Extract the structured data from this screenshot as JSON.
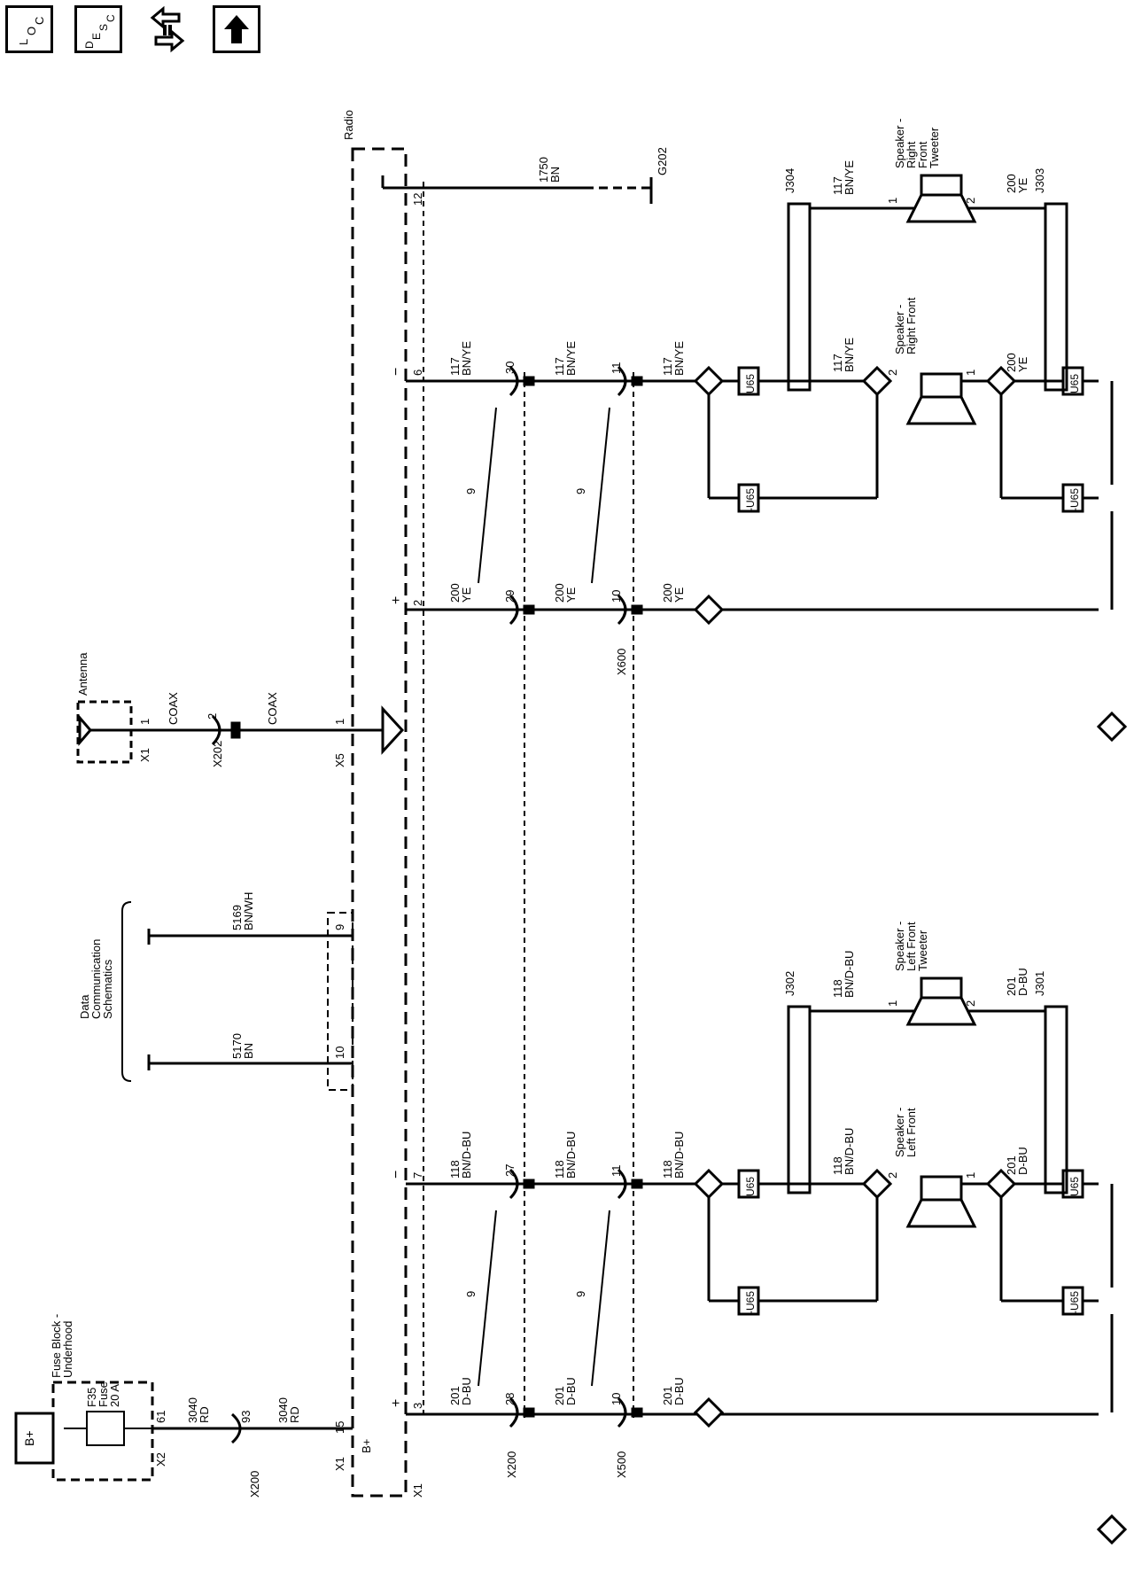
{
  "nav": {
    "loc": "LOC",
    "desc": "DESC",
    "home": "home",
    "up": "up"
  },
  "labels": {
    "fuse_block": [
      "Fuse Block -",
      "Underhood"
    ],
    "fuse": [
      "F35",
      "Fuse",
      "20 A"
    ],
    "b_plus": "B+",
    "x2": "X2",
    "pin61": "61",
    "wire3040_a": [
      "3040",
      "RD"
    ],
    "x200": "X200",
    "pin93": "93",
    "wire3040_b": [
      "3040",
      "RD"
    ],
    "x1_fuse": "X1",
    "pin15": "15",
    "radio_bplus": "B+",
    "data_comm": [
      "Data",
      "Communication",
      "Schematics"
    ],
    "wire5170": [
      "5170",
      "BN"
    ],
    "pin10": "10",
    "wire5169": [
      "5169",
      "BN/WH"
    ],
    "pin9": "9",
    "antenna": "Antenna",
    "x1_ant": "X1",
    "pin1_ant": "1",
    "coax1": "COAX",
    "x202": "X202",
    "pin2_x202": "2",
    "coax2": "COAX",
    "x5": "X5",
    "pin1_x5": "1",
    "radio": "Radio",
    "pin12": "12",
    "wire1750": [
      "1750",
      "BN"
    ],
    "g202": "G202",
    "x1_radio": "X1",
    "lf": {
      "pin3": "3",
      "pin7": "7",
      "w201a": [
        "201",
        "D-BU"
      ],
      "w118a": [
        "118",
        "BN/D-BU"
      ],
      "x200": "X200",
      "pin28": "28",
      "pin27": "27",
      "w201b": [
        "201",
        "D-BU"
      ],
      "w118b": [
        "118",
        "BN/D-BU"
      ],
      "twist1": "9",
      "twist2": "9",
      "x500": "X500",
      "pin10": "10",
      "pin11": "11",
      "w201c": [
        "201",
        "D-BU"
      ],
      "w118c": [
        "118",
        "BN/D-BU"
      ],
      "u65a": "U65",
      "nu65a": "-U65",
      "u65b": "U65",
      "nu65b": "-U65",
      "w118d": [
        "118",
        "BN/D-BU"
      ],
      "w201d": [
        "201",
        "D-BU"
      ],
      "spk": [
        "Speaker -",
        "Left Front"
      ],
      "spk_p2": "2",
      "spk_p1": "1",
      "j302": "J302",
      "w118e": [
        "118",
        "BN/D-BU"
      ],
      "tw": [
        "Speaker -",
        "Left Front",
        "Tweeter"
      ],
      "tw_p1": "1",
      "tw_p2": "2",
      "w201e": [
        "201",
        "D-BU"
      ],
      "j301": "J301"
    },
    "rf": {
      "pin2": "2",
      "pin6": "6",
      "w200a": [
        "200",
        "YE"
      ],
      "w117a": [
        "117",
        "BN/YE"
      ],
      "pin29": "29",
      "pin30": "30",
      "w200b": [
        "200",
        "YE"
      ],
      "w117b": [
        "117",
        "BN/YE"
      ],
      "twist1": "9",
      "twist2": "9",
      "x600": "X600",
      "pin10": "10",
      "pin11": "11",
      "w200c": [
        "200",
        "YE"
      ],
      "w117c": [
        "117",
        "BN/YE"
      ],
      "u65a": "U65",
      "nu65a": "-U65",
      "u65b": "U65",
      "nu65b": "-U65",
      "w117d": [
        "117",
        "BN/YE"
      ],
      "w200d": [
        "200",
        "YE"
      ],
      "spk": [
        "Speaker -",
        "Right Front"
      ],
      "spk_p2": "2",
      "spk_p1": "1",
      "j304": "J304",
      "w117e": [
        "117",
        "BN/YE"
      ],
      "tw": [
        "Speaker -",
        "Right",
        "Front",
        "Tweeter"
      ],
      "tw_p1": "1",
      "tw_p2": "2",
      "w200e": [
        "200",
        "YE"
      ],
      "j303": "J303"
    },
    "plus": "+",
    "minus": "−"
  }
}
